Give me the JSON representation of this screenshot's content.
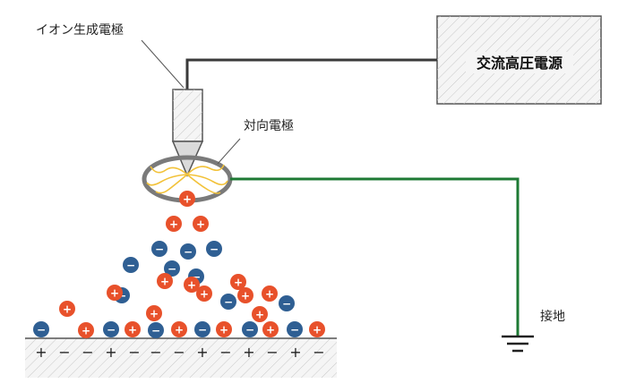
{
  "labels": {
    "ion_electrode": "イオン生成電極",
    "counter_electrode": "対向電極",
    "power_supply": "交流高圧電源",
    "ground": "接地"
  },
  "symbols": {
    "positive": "+",
    "negative": "−"
  },
  "colors": {
    "positive_ion": "#e8512b",
    "negative_ion": "#2f5f93",
    "wire_hv": "#3a3a3a",
    "wire_ground": "#1e7a34",
    "spark": "#f2c23a",
    "hatch": "#c8c8c8"
  },
  "surface_charges": [
    "+",
    "−",
    "−",
    "+",
    "−",
    "−",
    "−",
    "+",
    "−",
    "+",
    "−",
    "+",
    "−"
  ]
}
